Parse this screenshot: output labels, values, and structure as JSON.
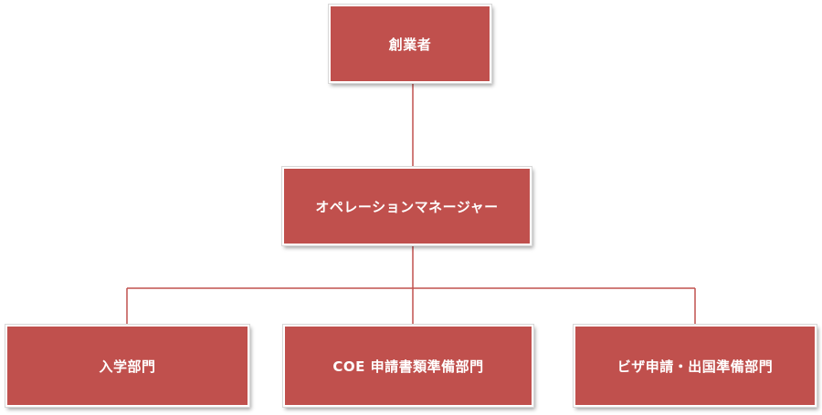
{
  "org_chart": {
    "founder": {
      "label": "創業者"
    },
    "operations_manager": {
      "label": "オペレーションマネージャー"
    },
    "departments": [
      {
        "label": "入学部門"
      },
      {
        "label": "COE 申請書類準備部門"
      },
      {
        "label": "ビザ申請・出国準備部門"
      }
    ]
  },
  "colors": {
    "node_fill": "#c0504d",
    "node_text": "#ffffff",
    "connector": "#c0504d"
  }
}
